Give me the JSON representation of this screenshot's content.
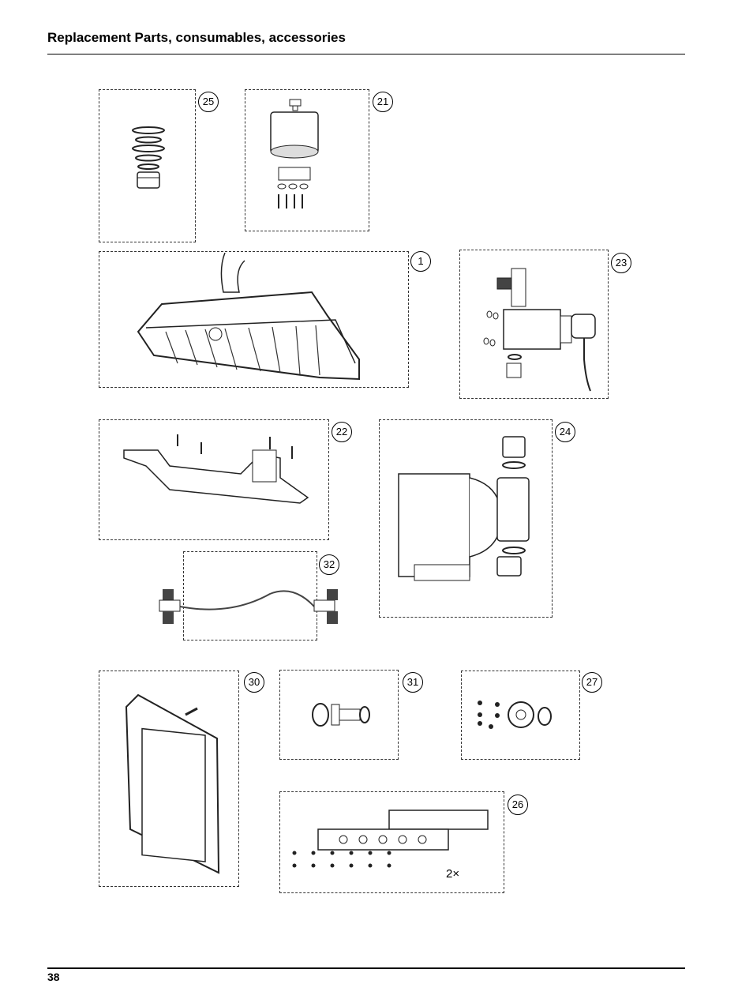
{
  "header": {
    "title": "Replacement Parts, consumables, accessories"
  },
  "footer": {
    "page_number": "38"
  },
  "callouts": {
    "c25": "25",
    "c21": "21",
    "c1": "1",
    "c23": "23",
    "c22": "22",
    "c24": "24",
    "c32": "32",
    "c30": "30",
    "c31": "31",
    "c27": "27",
    "c26": "26"
  },
  "notes": {
    "qty_26": "2×"
  }
}
